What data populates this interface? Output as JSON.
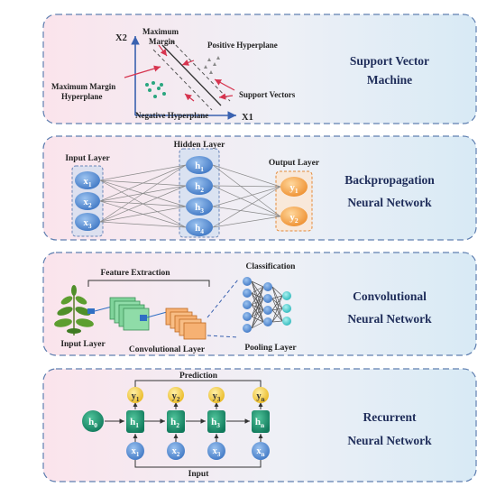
{
  "panels": [
    {
      "id": "svm",
      "title_line1": "Support Vector",
      "title_line2": "Machine",
      "labels": {
        "axis_x2": "X2",
        "axis_x1": "X1",
        "max_margin_1": "Maximum",
        "max_margin_2": "Margin",
        "positive_hyperplane": "Positive Hyperplane",
        "mmh_1": "Maximum Margin",
        "mmh_2": "Hyperplane",
        "support_vectors": "Support Vectors",
        "negative_hyperplane": "Negative Hyperplane"
      }
    },
    {
      "id": "bpnn",
      "title_line1": "Backpropagation",
      "title_line2": "Neural Network",
      "labels": {
        "input_layer": "Input Layer",
        "hidden_layer": "Hidden Layer",
        "output_layer": "Output Layer"
      },
      "inputs": [
        {
          "base": "x",
          "sub": "1"
        },
        {
          "base": "x",
          "sub": "2"
        },
        {
          "base": "x",
          "sub": "3"
        }
      ],
      "hidden": [
        {
          "base": "h",
          "sub": "1"
        },
        {
          "base": "h",
          "sub": "2"
        },
        {
          "base": "h",
          "sub": "3"
        },
        {
          "base": "h",
          "sub": "4"
        }
      ],
      "outputs": [
        {
          "base": "y",
          "sub": "1"
        },
        {
          "base": "y",
          "sub": "2"
        }
      ]
    },
    {
      "id": "cnn",
      "title_line1": "Convolutional",
      "title_line2": "Neural Network",
      "labels": {
        "feature_extraction": "Feature Extraction",
        "classification": "Classification",
        "input_layer": "Input Layer",
        "convolutional_layer": "Convolutional Layer",
        "pooling_layer": "Pooling Layer"
      }
    },
    {
      "id": "rnn",
      "title_line1": "Recurrent",
      "title_line2": "Neural Network",
      "labels": {
        "prediction": "Prediction",
        "input": "Input"
      },
      "h0": {
        "base": "h",
        "sub": "0"
      },
      "outputs": [
        {
          "base": "y",
          "sub": "1"
        },
        {
          "base": "y",
          "sub": "2"
        },
        {
          "base": "y",
          "sub": "3"
        },
        {
          "base": "y",
          "sub": "n"
        }
      ],
      "hidden": [
        {
          "base": "h",
          "sub": "1"
        },
        {
          "base": "h",
          "sub": "2"
        },
        {
          "base": "h",
          "sub": "3"
        },
        {
          "base": "h",
          "sub": "n"
        }
      ],
      "inputs": [
        {
          "base": "x",
          "sub": "1"
        },
        {
          "base": "x",
          "sub": "2"
        },
        {
          "base": "x",
          "sub": "3"
        },
        {
          "base": "x",
          "sub": "n"
        }
      ]
    }
  ],
  "colors": {
    "panel_border": "#5f7fb0",
    "panel_left": "#fbe3ea",
    "panel_right": "#dcebf6",
    "title": "#1f2d5a",
    "node_blue": "#5a8fd6",
    "node_green": "#1d8a6e",
    "node_yellow": "#f2c63c",
    "node_orange": "#f3a24d",
    "node_teal": "#3ec7c9",
    "arrow_red": "#d6344f",
    "axis_blue": "#3a62b0"
  }
}
